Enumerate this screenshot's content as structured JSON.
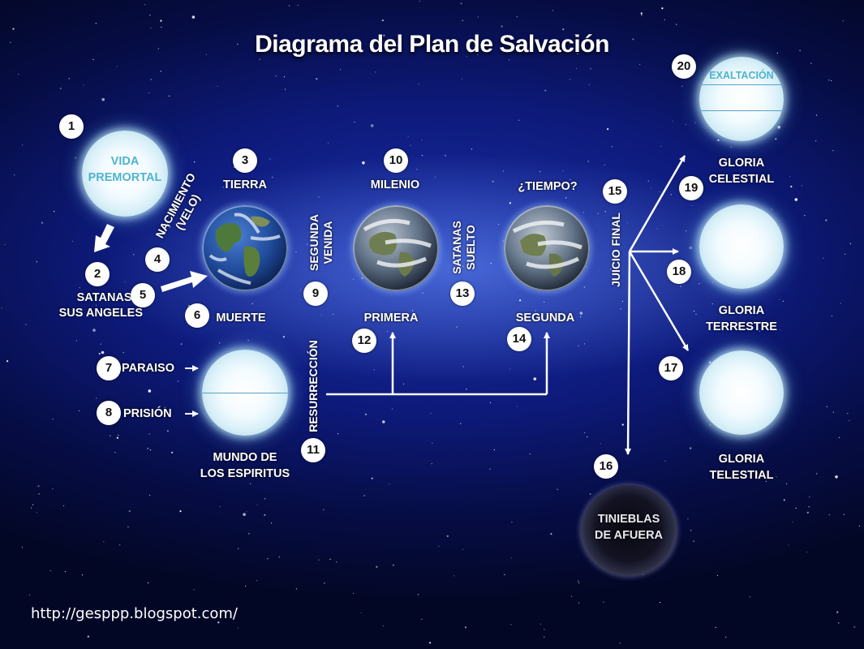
{
  "title": "Diagrama del Plan de Salvación",
  "url": "http://gesppp.blogspot.com/",
  "numbers": [
    "1",
    "2",
    "3",
    "4",
    "5",
    "6",
    "7",
    "8",
    "9",
    "10",
    "11",
    "12",
    "13",
    "14",
    "15",
    "16",
    "17",
    "18",
    "19",
    "20"
  ],
  "labels": {
    "vida_premortal": [
      "VIDA",
      "PREMORTAL"
    ],
    "satanas": [
      "SATANAS Y",
      "SUS ANGELES"
    ],
    "nacimiento": [
      "NACIMIENTO",
      "(VELO)"
    ],
    "tierra": "TIERRA",
    "muerte": "MUERTE",
    "paraiso": "PARAISO",
    "prision": "PRISIÓN",
    "mundo_espiritus": [
      "MUNDO DE",
      "LOS ESPIRITUS"
    ],
    "segunda_venida": [
      "SEGUNDA",
      "VENIDA"
    ],
    "resurreccion": "RESURRECCIÓN",
    "milenio": "MILENIO",
    "primera": "PRIMERA",
    "satanas_suelto": [
      "SATANAS",
      "SUELTO"
    ],
    "tiempo": "¿TIEMPO?",
    "segunda": "SEGUNDA",
    "juicio_final": "JUICIO FINAL",
    "exaltacion": "EXALTACIÓN",
    "gloria_celestial": [
      "GLORIA",
      "CELESTIAL"
    ],
    "gloria_terrestre": [
      "GLORIA",
      "TERRESTRE"
    ],
    "gloria_telestial": [
      "GLORIA",
      "TELESTIAL"
    ],
    "tinieblas": [
      "TINIEBLAS",
      "DE AFUERA"
    ]
  }
}
